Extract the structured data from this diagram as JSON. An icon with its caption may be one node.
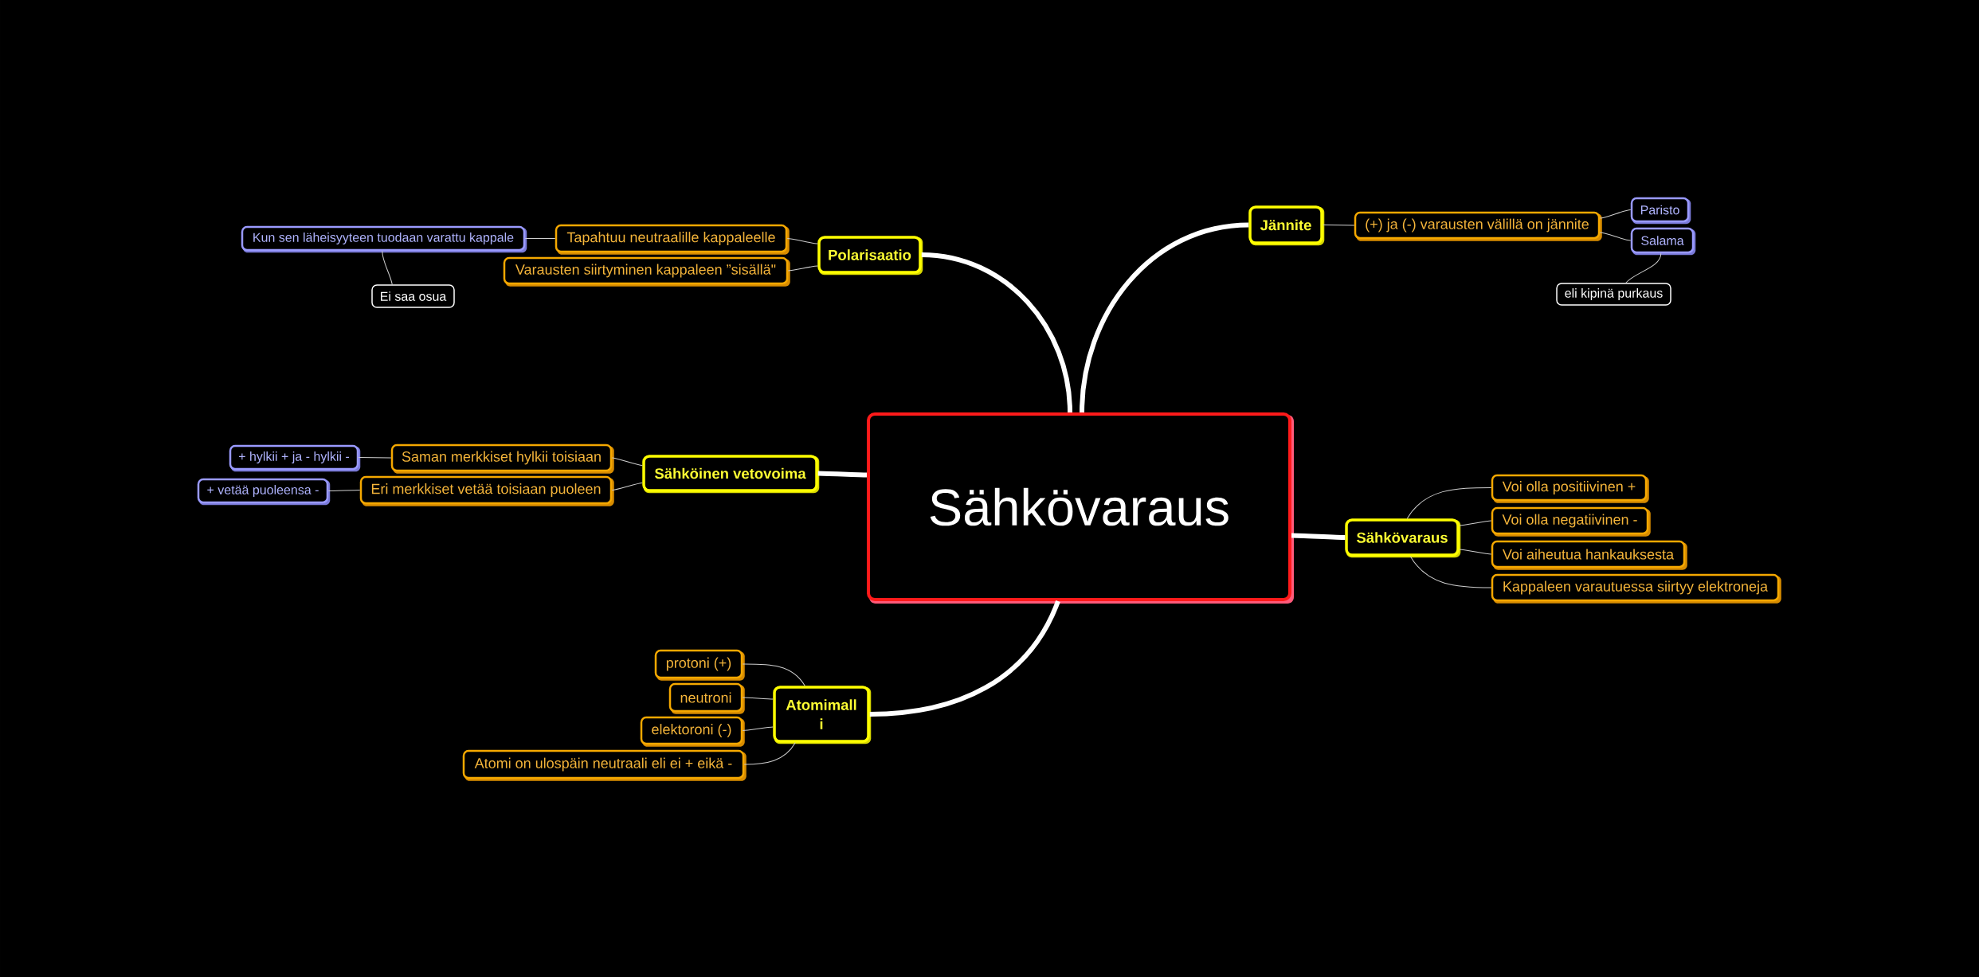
{
  "diagram": {
    "nodes": [
      {
        "text": [
          "Sähkövaraus"
        ]
      },
      {
        "text": [
          "Polarisaatio"
        ]
      },
      {
        "text": [
          "Tapahtuu neutraalille kappaleelle"
        ]
      },
      {
        "text": [
          "Kun sen läheisyyteen tuodaan varattu kappale"
        ]
      },
      {
        "text": [
          "Ei saa osua"
        ]
      },
      {
        "text": [
          "Varausten siirtyminen kappaleen ”sisällä\""
        ]
      },
      {
        "text": [
          "Jännite"
        ]
      },
      {
        "text": [
          "(+) ja (-) varausten välillä on jännite"
        ]
      },
      {
        "text": [
          "Paristo"
        ]
      },
      {
        "text": [
          "Salama"
        ]
      },
      {
        "text": [
          "eli kipinä purkaus"
        ]
      },
      {
        "text": [
          "Sähköinen vetovoima"
        ]
      },
      {
        "text": [
          "Saman merkkiset hylkii toisiaan"
        ]
      },
      {
        "text": [
          "+ hylkii + ja - hylkii -"
        ]
      },
      {
        "text": [
          "Eri merkkiset vetää toisiaan puoleen"
        ]
      },
      {
        "text": [
          "+ vetää puoleensa -"
        ]
      },
      {
        "text": [
          "Sähkövaraus"
        ]
      },
      {
        "text": [
          "Voi olla positiivinen +"
        ]
      },
      {
        "text": [
          "Voi olla negatiivinen -"
        ]
      },
      {
        "text": [
          "Voi aiheutua hankauksesta"
        ]
      },
      {
        "text": [
          "Kappaleen varautuessa siirtyy elektroneja"
        ]
      },
      {
        "text": [
          "Atomimall i"
        ]
      },
      {
        "text": [
          "protoni (+)"
        ]
      },
      {
        "text": [
          "neutroni"
        ]
      },
      {
        "text": [
          "elektoroni (-)"
        ]
      },
      {
        "text": [
          "Atomi on ulospäin neutraali eli ei + eikä -"
        ]
      }
    ],
    "edges": [
      {
        "from": 0,
        "to": 1,
        "arrow": "none",
        "style": "thick"
      },
      {
        "from": 1,
        "to": 2,
        "arrow": "none"
      },
      {
        "from": 2,
        "to": 3,
        "arrow": "none"
      },
      {
        "from": 3,
        "to": 4,
        "arrow": "none"
      },
      {
        "from": 1,
        "to": 5,
        "arrow": "none"
      },
      {
        "from": 0,
        "to": 6,
        "arrow": "none",
        "style": "thick"
      },
      {
        "from": 6,
        "to": 7,
        "arrow": "none"
      },
      {
        "from": 7,
        "to": 8,
        "arrow": "none"
      },
      {
        "from": 7,
        "to": 9,
        "arrow": "none"
      },
      {
        "from": 9,
        "to": 10,
        "arrow": "none"
      },
      {
        "from": 0,
        "to": 11,
        "arrow": "none",
        "style": "thick"
      },
      {
        "from": 11,
        "to": 12,
        "arrow": "none"
      },
      {
        "from": 12,
        "to": 13,
        "arrow": "none"
      },
      {
        "from": 11,
        "to": 14,
        "arrow": "none"
      },
      {
        "from": 14,
        "to": 15,
        "arrow": "none"
      },
      {
        "from": 0,
        "to": 16,
        "arrow": "none",
        "style": "thick"
      },
      {
        "from": 16,
        "to": 17,
        "arrow": "none"
      },
      {
        "from": 16,
        "to": 18,
        "arrow": "none"
      },
      {
        "from": 16,
        "to": 19,
        "arrow": "none"
      },
      {
        "from": 16,
        "to": 20,
        "arrow": "none"
      },
      {
        "from": 0,
        "to": 21,
        "arrow": "none",
        "style": "thick"
      },
      {
        "from": 21,
        "to": 22,
        "arrow": "none"
      },
      {
        "from": 21,
        "to": 23,
        "arrow": "none"
      },
      {
        "from": 21,
        "to": 24,
        "arrow": "none"
      },
      {
        "from": 21,
        "to": 25,
        "arrow": "none"
      }
    ]
  }
}
